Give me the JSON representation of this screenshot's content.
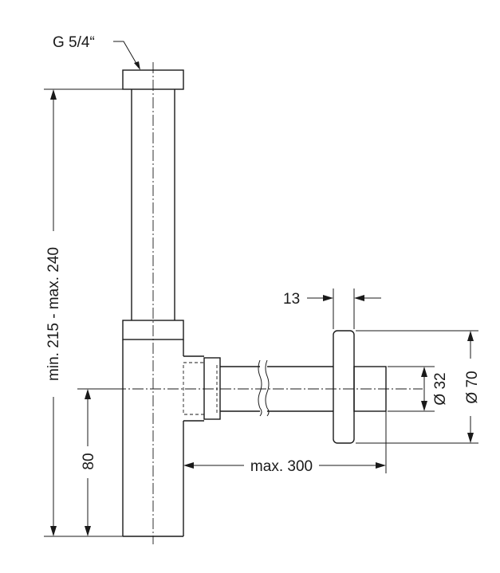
{
  "labels": {
    "thread": "G 5/4“",
    "height_range": "min. 215 - max. 240",
    "outlet_height": "80",
    "max_length": "max. 300",
    "flange_thickness": "13",
    "pipe_diameter": "Ø 32",
    "flange_diameter": "Ø 70"
  }
}
